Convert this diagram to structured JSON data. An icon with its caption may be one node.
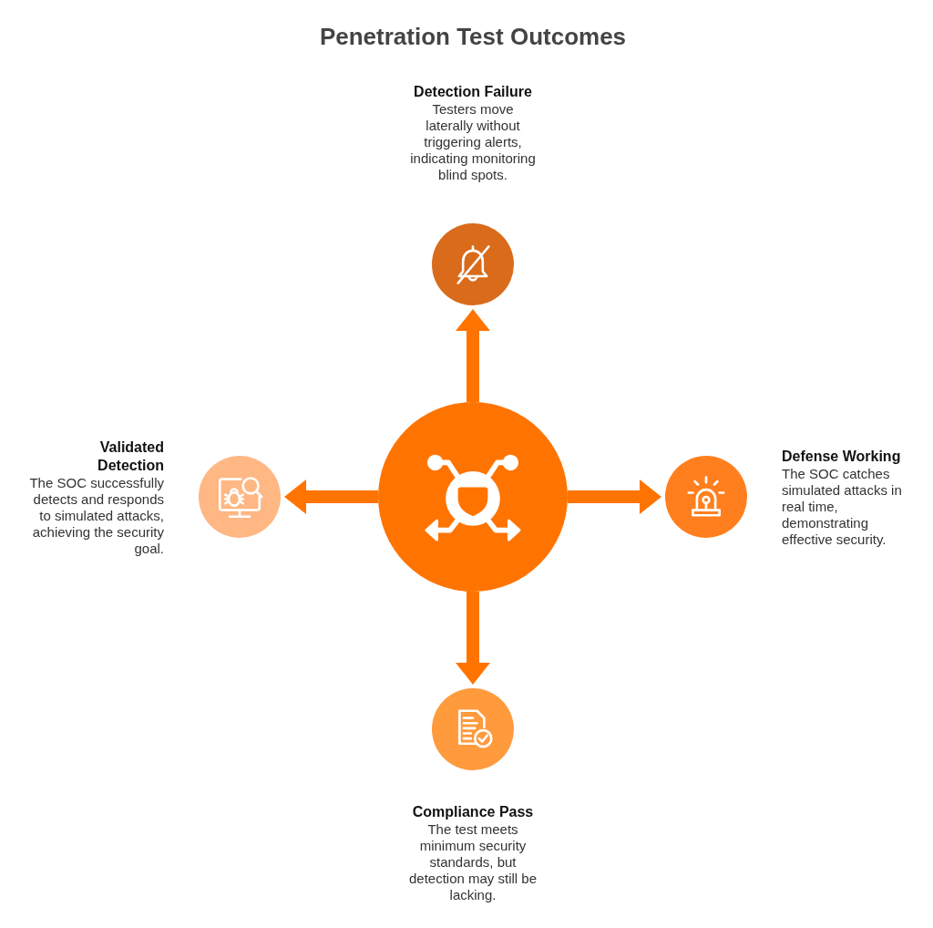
{
  "diagram": {
    "title": "Penetration Test Outcomes",
    "nodes": [
      {
        "text": [],
        "shape": "circle",
        "beside": [
          "Detection Failure",
          "Testers move laterally without triggering alerts, indicating monitoring blind spots."
        ]
      },
      {
        "text": [],
        "shape": "circle",
        "beside": [
          "Validated Detection",
          "The SOC successfully detects and responds to simulated attacks, achieving the security goal."
        ]
      },
      {
        "text": [],
        "shape": "circle"
      },
      {
        "text": [],
        "shape": "circle",
        "beside": [
          "Defense Working",
          "The SOC catches simulated attacks in real time, demonstrating effective security."
        ]
      },
      {
        "text": [],
        "shape": "circle",
        "beside": [
          "Compliance Pass",
          "The test meets minimum security standards, but detection may still be lacking."
        ]
      }
    ],
    "edges": [
      {
        "from": 2,
        "to": 0,
        "arrow": "to"
      },
      {
        "from": 2,
        "to": 3,
        "arrow": "to"
      },
      {
        "from": 2,
        "to": 4,
        "arrow": "to"
      },
      {
        "from": 2,
        "to": 1,
        "arrow": "to"
      }
    ]
  }
}
